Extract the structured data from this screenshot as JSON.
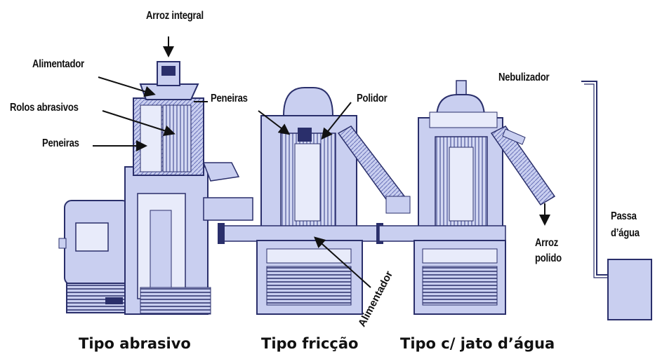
{
  "labels": {
    "arroz_integral": "Arroz integral",
    "alimentador_top": "Alimentador",
    "rolos_abrasivos": "Rolos abrasivos",
    "peneiras_left": "Peneiras",
    "peneiras_mid": "Peneiras",
    "polidor": "Polidor",
    "nebulizador": "Nebulizador",
    "alimentador_bottom": "Alimentador",
    "arroz_polido_1": "Arroz",
    "arroz_polido_2": "polido",
    "passa_agua_1": "Passa",
    "passa_agua_2": "d’água"
  },
  "captions": {
    "abrasivo": "Tipo abrasivo",
    "friccao": "Tipo fricção",
    "jato": "Tipo c/ jato d’água"
  },
  "colors": {
    "machine_fill": "#c9cff0",
    "machine_dark": "#2a2f6b",
    "machine_light": "#e8ebfa",
    "line": "#111111"
  }
}
